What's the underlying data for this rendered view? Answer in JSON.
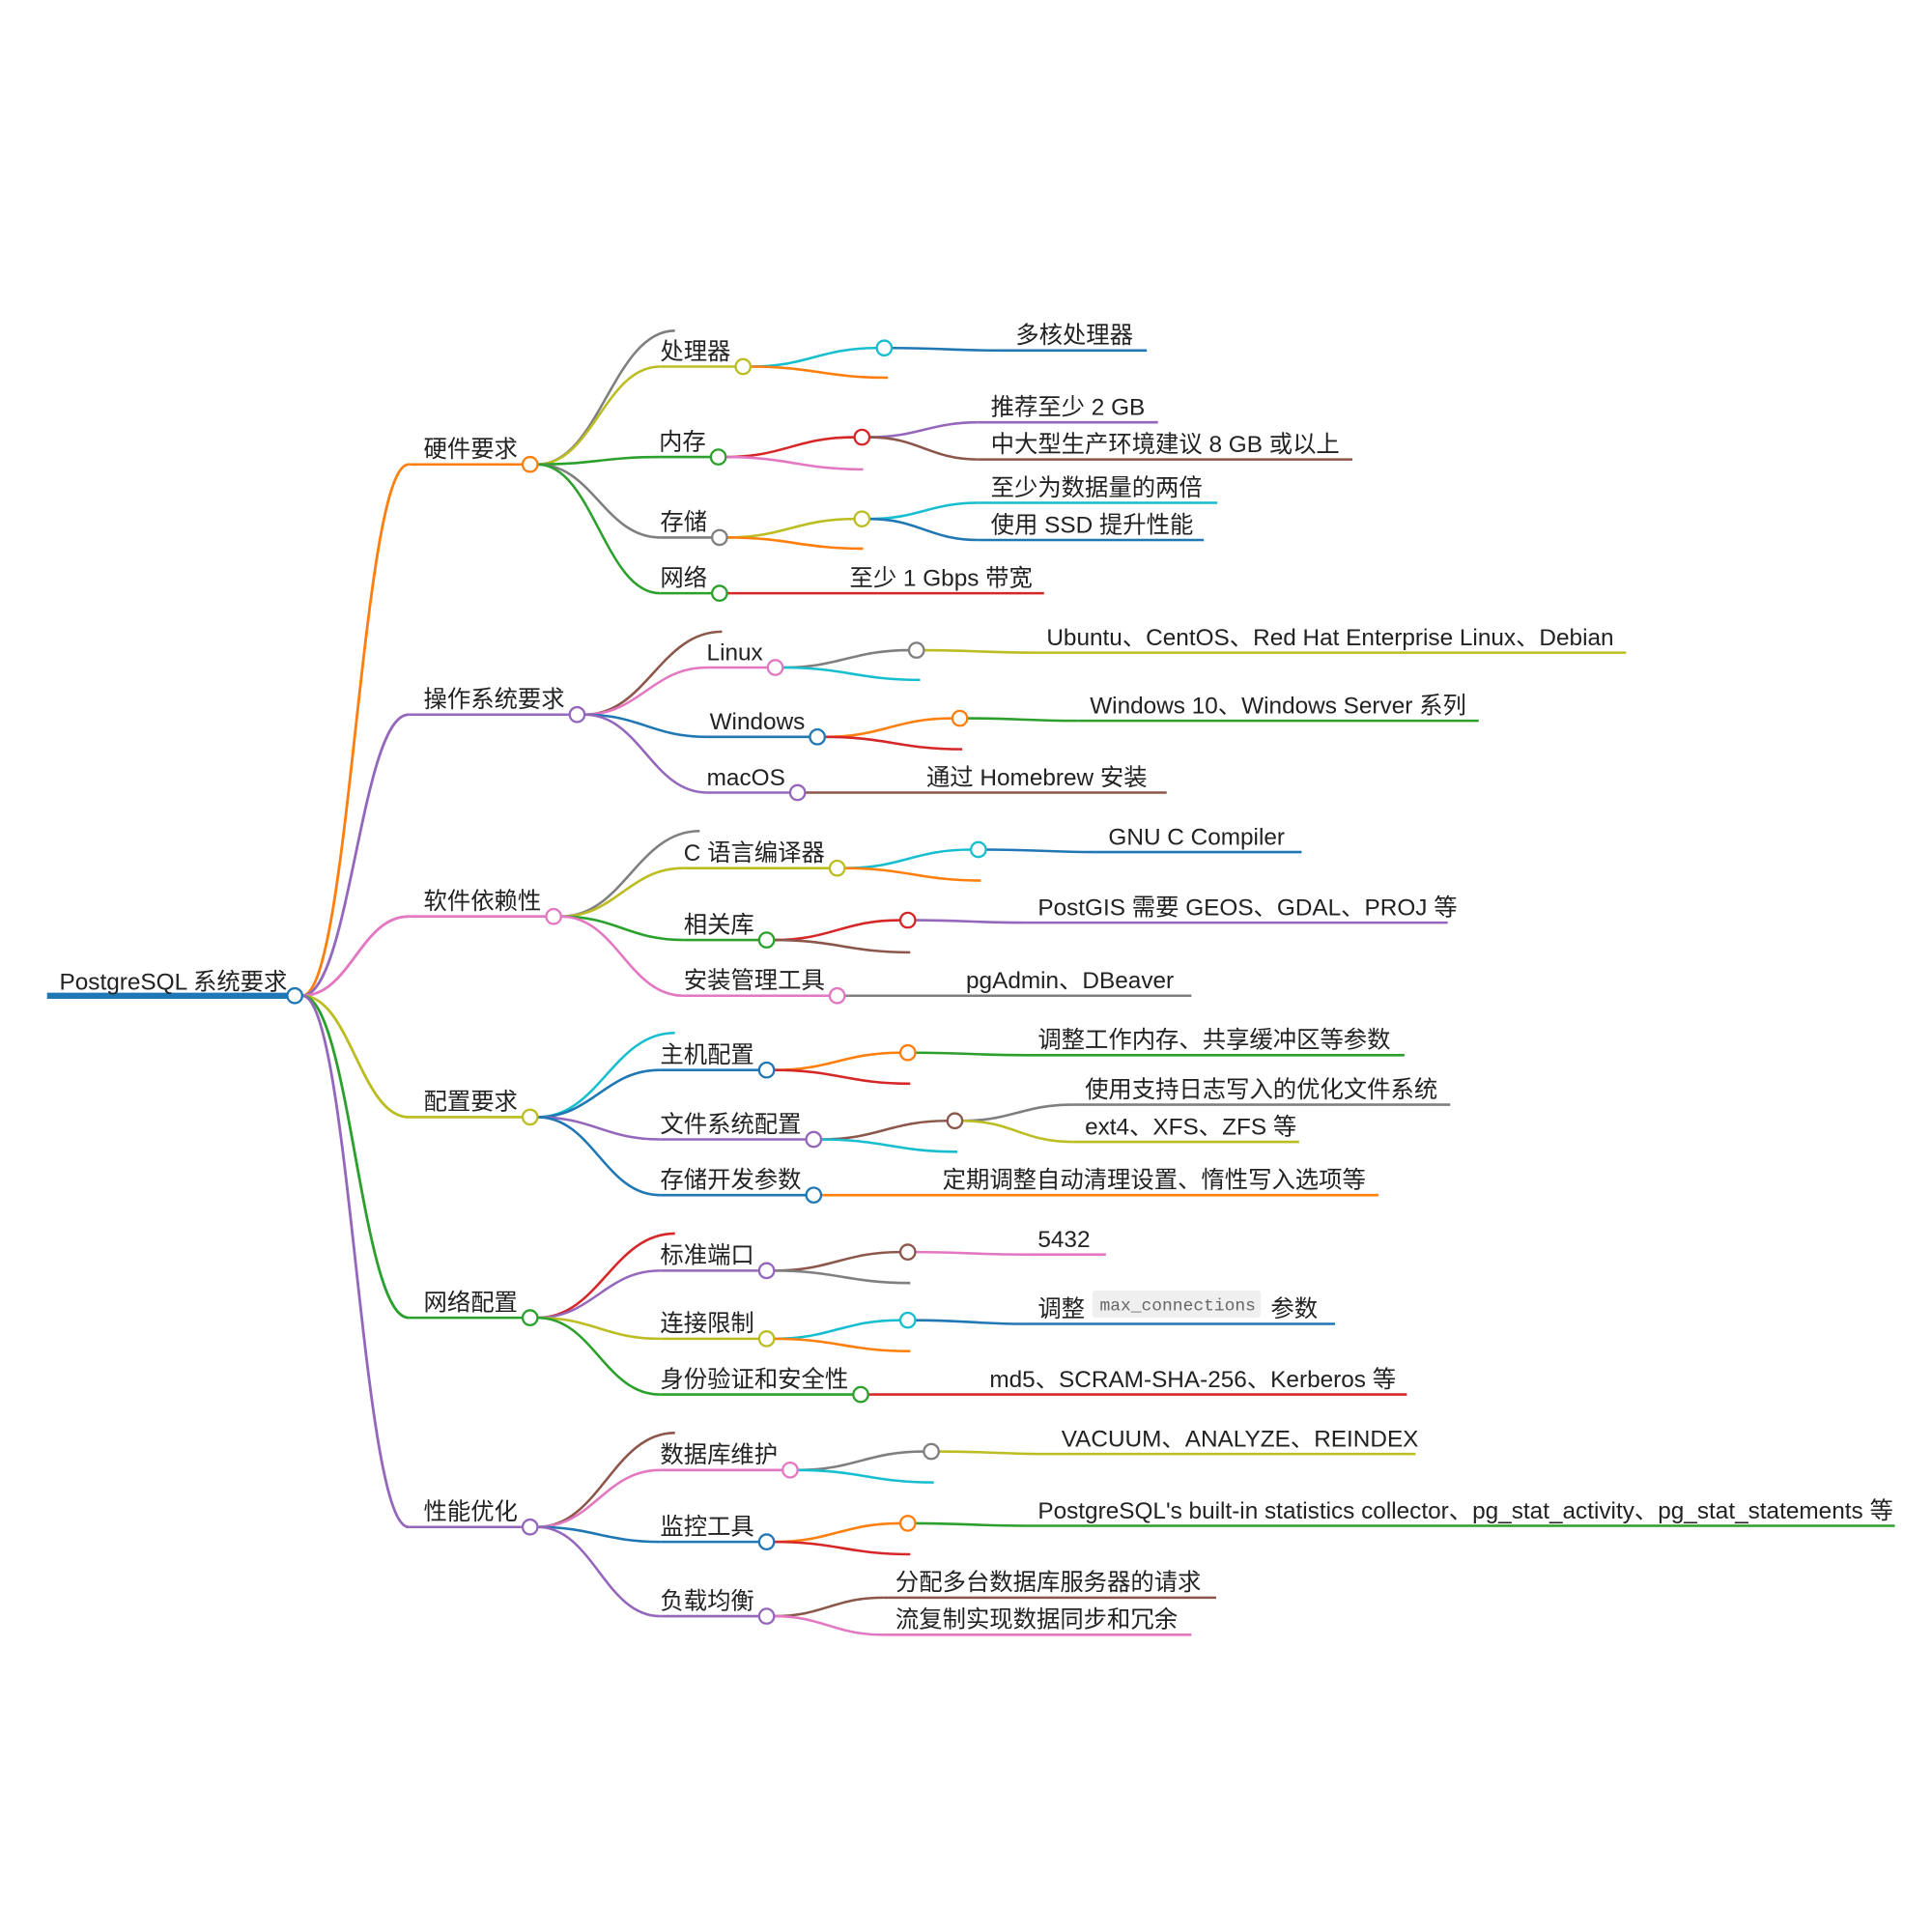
{
  "root": {
    "label": "PostgreSQL 系统要求",
    "color": "#1f77b4"
  },
  "branches": [
    {
      "label": "硬件要求",
      "color": "#ff7f0e",
      "stub_color": "#7f7f7f",
      "children": [
        {
          "label": "处理器",
          "color": "#bcbd22",
          "hub_color": "#17becf",
          "stub_color": "#ff7f0e",
          "leaves": [
            {
              "label": "多核处理器",
              "color": "#1f77b4"
            }
          ]
        },
        {
          "label": "内存",
          "color": "#2ca02c",
          "hub_color": "#d62728",
          "stub_color": "#e377c2",
          "leaves": [
            {
              "label": "推荐至少 2 GB",
              "color": "#9467bd"
            },
            {
              "label": "中大型生产环境建议 8 GB 或以上",
              "color": "#8c564b"
            }
          ]
        },
        {
          "label": "存储",
          "color": "#7f7f7f",
          "hub_color": "#bcbd22",
          "stub_color": "#ff7f0e",
          "leaves": [
            {
              "label": "至少为数据量的两倍",
              "color": "#17becf"
            },
            {
              "label": "使用 SSD 提升性能",
              "color": "#1f77b4"
            }
          ]
        },
        {
          "label": "网络",
          "color": "#2ca02c",
          "hub_color": null,
          "stub_color": null,
          "leaves": [
            {
              "label": "至少 1 Gbps 带宽",
              "color": "#d62728"
            }
          ]
        }
      ]
    },
    {
      "label": "操作系统要求",
      "color": "#9467bd",
      "stub_color": "#8c564b",
      "children": [
        {
          "label": "Linux",
          "color": "#e377c2",
          "hub_color": "#7f7f7f",
          "stub_color": "#17becf",
          "leaves": [
            {
              "label": "Ubuntu、CentOS、Red Hat Enterprise Linux、Debian",
              "color": "#bcbd22"
            }
          ]
        },
        {
          "label": "Windows",
          "color": "#1f77b4",
          "hub_color": "#ff7f0e",
          "stub_color": "#d62728",
          "leaves": [
            {
              "label": "Windows 10、Windows Server 系列",
              "color": "#2ca02c"
            }
          ]
        },
        {
          "label": "macOS",
          "color": "#9467bd",
          "hub_color": null,
          "stub_color": null,
          "leaves": [
            {
              "label": "通过 Homebrew 安装",
              "color": "#8c564b"
            }
          ]
        }
      ]
    },
    {
      "label": "软件依赖性",
      "color": "#e377c2",
      "stub_color": "#7f7f7f",
      "children": [
        {
          "label": "C 语言编译器",
          "color": "#bcbd22",
          "hub_color": "#17becf",
          "stub_color": "#ff7f0e",
          "leaves": [
            {
              "label": "GNU C Compiler",
              "color": "#1f77b4"
            }
          ]
        },
        {
          "label": "相关库",
          "color": "#2ca02c",
          "hub_color": "#d62728",
          "stub_color": "#8c564b",
          "leaves": [
            {
              "label": "PostGIS 需要 GEOS、GDAL、PROJ 等",
              "color": "#9467bd"
            }
          ]
        },
        {
          "label": "安装管理工具",
          "color": "#e377c2",
          "hub_color": null,
          "stub_color": null,
          "leaves": [
            {
              "label": "pgAdmin、DBeaver",
              "color": "#7f7f7f"
            }
          ]
        }
      ]
    },
    {
      "label": "配置要求",
      "color": "#bcbd22",
      "stub_color": "#17becf",
      "children": [
        {
          "label": "主机配置",
          "color": "#1f77b4",
          "hub_color": "#ff7f0e",
          "stub_color": "#d62728",
          "leaves": [
            {
              "label": "调整工作内存、共享缓冲区等参数",
              "color": "#2ca02c"
            }
          ]
        },
        {
          "label": "文件系统配置",
          "color": "#9467bd",
          "hub_color": "#8c564b",
          "stub_color": "#17becf",
          "leaves": [
            {
              "label": "使用支持日志写入的优化文件系统",
              "color": "#7f7f7f"
            },
            {
              "label": "ext4、XFS、ZFS 等",
              "color": "#bcbd22"
            }
          ]
        },
        {
          "label": "存储开发参数",
          "color": "#1f77b4",
          "hub_color": null,
          "stub_color": null,
          "leaves": [
            {
              "label": "定期调整自动清理设置、惰性写入选项等",
              "color": "#ff7f0e"
            }
          ]
        }
      ]
    },
    {
      "label": "网络配置",
      "color": "#2ca02c",
      "stub_color": "#d62728",
      "children": [
        {
          "label": "标准端口",
          "color": "#9467bd",
          "hub_color": "#8c564b",
          "stub_color": "#7f7f7f",
          "leaves": [
            {
              "label": "5432",
              "color": "#e377c2"
            }
          ]
        },
        {
          "label": "连接限制",
          "color": "#bcbd22",
          "hub_color": "#17becf",
          "stub_color": "#ff7f0e",
          "leaves": [
            {
              "label": "调整",
              "code": "max_connections",
              "suffix": "参数",
              "color": "#1f77b4"
            }
          ]
        },
        {
          "label": "身份验证和安全性",
          "color": "#2ca02c",
          "hub_color": null,
          "stub_color": null,
          "leaves": [
            {
              "label": "md5、SCRAM-SHA-256、Kerberos 等",
              "color": "#d62728"
            }
          ]
        }
      ]
    },
    {
      "label": "性能优化",
      "color": "#9467bd",
      "stub_color": "#8c564b",
      "children": [
        {
          "label": "数据库维护",
          "color": "#e377c2",
          "hub_color": "#7f7f7f",
          "stub_color": "#17becf",
          "leaves": [
            {
              "label": "VACUUM、ANALYZE、REINDEX",
              "color": "#bcbd22"
            }
          ]
        },
        {
          "label": "监控工具",
          "color": "#1f77b4",
          "hub_color": "#ff7f0e",
          "stub_color": "#d62728",
          "leaves": [
            {
              "label": "PostgreSQL's built-in statistics collector、pg_stat_activity、pg_stat_statements 等",
              "color": "#2ca02c"
            }
          ]
        },
        {
          "label": "负载均衡",
          "color": "#9467bd",
          "hub_color": null,
          "stub_color": null,
          "leaves": [
            {
              "label": "分配多台数据库服务器的请求",
              "color": "#8c564b"
            },
            {
              "label": "流复制实现数据同步和冗余",
              "color": "#e377c2"
            }
          ]
        }
      ]
    }
  ]
}
